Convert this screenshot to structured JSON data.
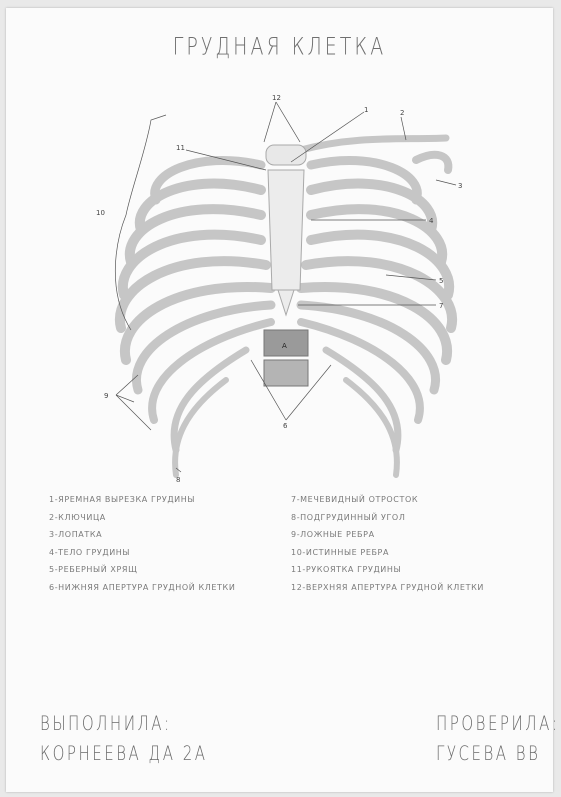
{
  "title": "ГРУДНАЯ КЛЕТКА",
  "legend_left": [
    "1-ЯРЕМНАЯ ВЫРЕЗКА ГРУДИНЫ",
    "2-КЛЮЧИЦА",
    "3-ЛОПАТКА",
    "4-ТЕЛО ГРУДИНЫ",
    "5-РЕБЕРНЫЙ ХРЯЩ",
    "6-НИЖНЯЯ АПЕРТУРА ГРУДНОЙ КЛЕТКИ"
  ],
  "legend_right": [
    "7-МЕЧЕВИДНЫЙ ОТРОСТОК",
    "8-ПОДГРУДИННЫЙ УГОЛ",
    "9-ЛОЖНЫЕ РЕБРА",
    "10-ИСТИННЫЕ РЕБРА",
    "11-РУКОЯТКА ГРУДИНЫ",
    "12-ВЕРХНЯЯ АПЕРТУРА ГРУДНОЙ КЛЕТКИ"
  ],
  "labels": [
    "12",
    "1",
    "2",
    "3",
    "4",
    "5",
    "6",
    "7",
    "8",
    "9",
    "10",
    "11"
  ],
  "vertebra_label": "А",
  "performer_label": "ВЫПОЛНИЛА:",
  "performer_name": "КОРНЕЕВА ДА 2А",
  "checker_label": "ПРОВЕРИЛА:",
  "checker_name": "ГУСЕВА ВВ"
}
